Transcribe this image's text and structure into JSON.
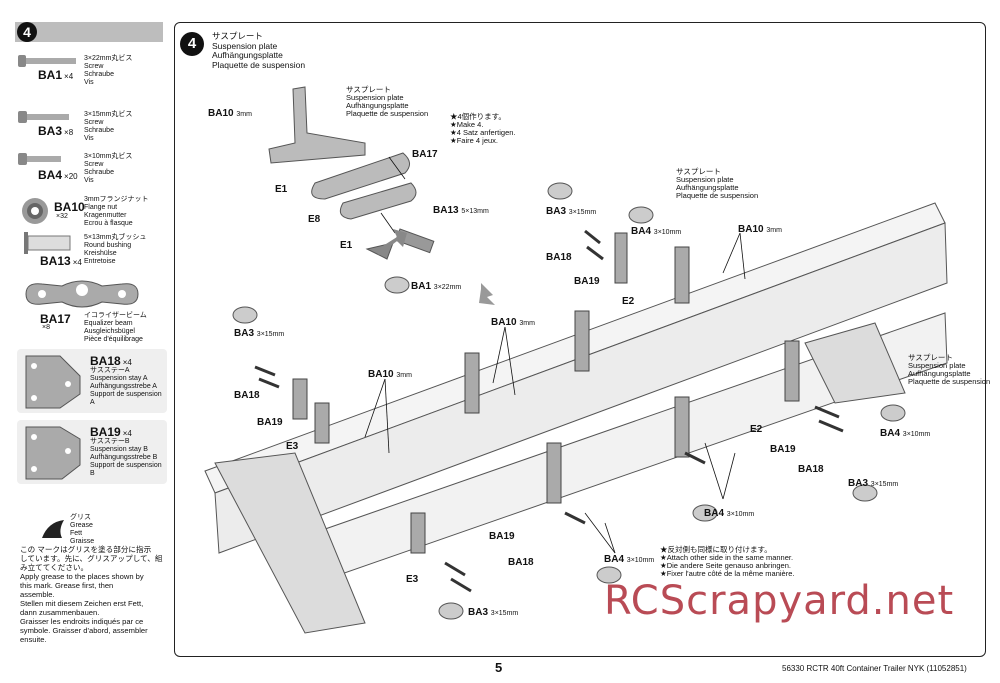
{
  "step_number": "4",
  "parts": [
    {
      "code": "BA1",
      "qty": "×4",
      "desc": "3×22mm丸ビス\nScrew\nSchraube\nVis"
    },
    {
      "code": "BA3",
      "qty": "×8",
      "desc": "3×15mm丸ビス\nScrew\nSchraube\nVis"
    },
    {
      "code": "BA4",
      "qty": "×20",
      "desc": "3×10mm丸ビス\nScrew\nSchraube\nVis"
    },
    {
      "code": "BA10",
      "qty": "×32",
      "desc": "3mmフランジナット\nFlange nut\nKragenmutter\nEcrou à flasque"
    },
    {
      "code": "BA13",
      "qty": "×4",
      "desc": "5×13mm丸ブッシュ\nRound bushing\nKreishülse\nEntretoise"
    },
    {
      "code": "BA17",
      "qty": "×8",
      "desc": "イコライザービーム\nEqualizer beam\nAusgleichsbügel\nPièce d'équilibrage"
    },
    {
      "code": "BA18",
      "qty": "×4",
      "desc": "サスステーA\nSuspension stay A\nAufhängungsstrebe A\nSupport de suspension\nA"
    },
    {
      "code": "BA19",
      "qty": "×4",
      "desc": "サスステーB\nSuspension stay B\nAufhängungsstrebe B\nSupport de suspension\nB"
    }
  ],
  "grease": {
    "legend": "グリス\nGrease\nFett\nGraisse",
    "note": "この マークはグリスを塗る部分に指示\nしています。先に、グリスアップして、組\nみ立ててください。\nApply grease to the places shown by\nthis mark. Grease first, then\nassemble.\nStellen mit diesem Zeichen erst Fett,\ndann zusammenbauen.\nGraisser les endroits indiqués par ce\nsymbole. Graisser d'abord, assembler\nensuite."
  },
  "main": {
    "title": "サスプレート\nSuspension plate\nAufhängungsplatte\nPlaquette de suspension",
    "callout_plate": "サスプレート\nSuspension plate\nAufhängungsplatte\nPlaquette de suspension",
    "make4": "★4個作ります。\n★Make 4.\n★4 Satz anfertigen.\n★Faire 4 jeux.",
    "callout_plate2": "サスプレート\nSuspension plate\nAufhängungsplatte\nPlaquette de suspension",
    "callout_plate3": "サスプレート\nSuspension plate\nAufhängungsplatte\nPlaquette de suspension",
    "other_side": "★反対側も同様に取り付けます。\n★Attach other side in the same manner.\n★Die andere Seite genauso anbringen.\n★Fixer l'autre côté de la même manière."
  },
  "labels": [
    {
      "text": "BA10",
      "size": "3mm"
    },
    {
      "text": "BA17",
      "size": ""
    },
    {
      "text": "E1",
      "size": ""
    },
    {
      "text": "E8",
      "size": ""
    },
    {
      "text": "E1",
      "size": ""
    },
    {
      "text": "BA13",
      "size": "5×13mm"
    },
    {
      "text": "BA1",
      "size": "3×22mm"
    },
    {
      "text": "BA3",
      "size": "3×15mm"
    },
    {
      "text": "BA4",
      "size": "3×10mm"
    },
    {
      "text": "BA10",
      "size": "3mm"
    },
    {
      "text": "BA18",
      "size": ""
    },
    {
      "text": "BA19",
      "size": ""
    },
    {
      "text": "E2",
      "size": ""
    },
    {
      "text": "BA10",
      "size": "3mm"
    },
    {
      "text": "BA3",
      "size": "3×15mm"
    },
    {
      "text": "BA18",
      "size": ""
    },
    {
      "text": "BA10",
      "size": "3mm"
    },
    {
      "text": "BA19",
      "size": ""
    },
    {
      "text": "E3",
      "size": ""
    },
    {
      "text": "E2",
      "size": ""
    },
    {
      "text": "BA19",
      "size": ""
    },
    {
      "text": "BA18",
      "size": ""
    },
    {
      "text": "BA4",
      "size": "3×10mm"
    },
    {
      "text": "BA3",
      "size": "3×15mm"
    },
    {
      "text": "BA4",
      "size": "3×10mm"
    },
    {
      "text": "BA19",
      "size": ""
    },
    {
      "text": "BA18",
      "size": ""
    },
    {
      "text": "E3",
      "size": ""
    },
    {
      "text": "BA4",
      "size": "3×10mm"
    },
    {
      "text": "BA3",
      "size": "3×15mm"
    }
  ],
  "page_number": "5",
  "footer": "56330  RCTR 40ft Container Trailer NYK (11052851)",
  "watermark": "RCScrapyard.net"
}
